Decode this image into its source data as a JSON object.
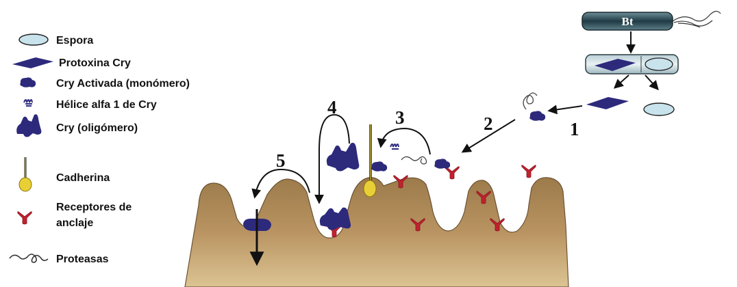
{
  "legend": {
    "espora": "Espora",
    "protoxina": "Protoxina Cry",
    "cry_activada": "Cry Activada (monómero)",
    "helice": "Hélice  alfa 1 de Cry",
    "oligomero": "Cry (oligómero)",
    "cadherina": "Cadherina",
    "receptores_1": "Receptores de",
    "receptores_2": "anclaje",
    "proteasas": "Proteasas"
  },
  "bacterium": {
    "label": "Bt"
  },
  "steps": [
    "1",
    "2",
    "3",
    "4",
    "5"
  ],
  "colors": {
    "toxin": "#2d2a7c",
    "receptor": "#c0222e",
    "spore": "#c9e3ec",
    "tissue_top": "#a07d4d",
    "tissue_bottom": "#d8bf8a",
    "cadherin_bulb": "#e8cf36",
    "bacterium": "#2f4f5a"
  }
}
